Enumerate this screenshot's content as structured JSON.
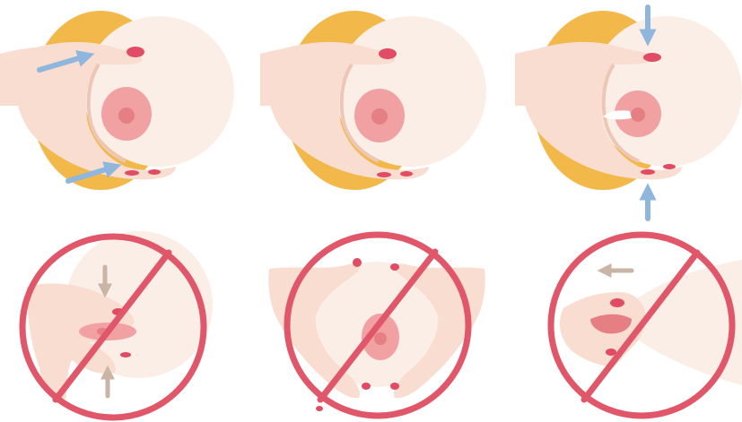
{
  "illustration": {
    "colors": {
      "hair": "#F2B94A",
      "skin_light": "#FAEEE6",
      "skin": "#F8DDD0",
      "skin_shadow": "#EEC6B6",
      "areola": "#F2A1A3",
      "nipple": "#E57F84",
      "nail": "#E14B63",
      "arrow_blue": "#8FB6DC",
      "arrow_tan": "#C9B4A5",
      "prohibited_red": "#E1576A",
      "milk": "#FFFFFF"
    },
    "panels": [
      {
        "role": "correct-step-1",
        "description_icon": "hand-position-arrows-icon"
      },
      {
        "role": "correct-step-2",
        "description_icon": "hand-press-icon"
      },
      {
        "role": "correct-step-3",
        "description_icon": "hand-compress-milk-icon"
      },
      {
        "role": "incorrect-1",
        "description_icon": "prohibited-squeeze-nipple-icon"
      },
      {
        "role": "incorrect-2",
        "description_icon": "prohibited-slide-hands-icon"
      },
      {
        "role": "incorrect-3",
        "description_icon": "prohibited-pull-nipple-icon"
      }
    ]
  }
}
